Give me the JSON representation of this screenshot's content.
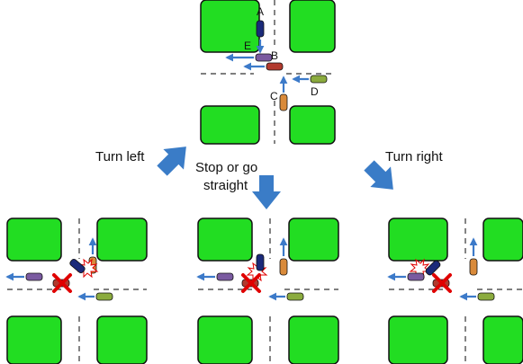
{
  "cars": {
    "a": {
      "label": "A",
      "color": "#1b2a7a"
    },
    "b": {
      "label": "B",
      "color": "#b23a2e"
    },
    "c": {
      "label": "C",
      "color": "#d98a3a"
    },
    "d": {
      "label": "D",
      "color": "#8bab3e"
    },
    "e": {
      "label": "E",
      "color": "#7a5aa0"
    }
  },
  "branches": {
    "left": "Turn left",
    "straight_line1": "Stop or go",
    "straight_line2": "straight",
    "right": "Turn right"
  },
  "colors": {
    "block": "#22dd22",
    "road_line": "#333333",
    "arrow": "#3c7ac9",
    "crash_mark": "#e00000"
  }
}
